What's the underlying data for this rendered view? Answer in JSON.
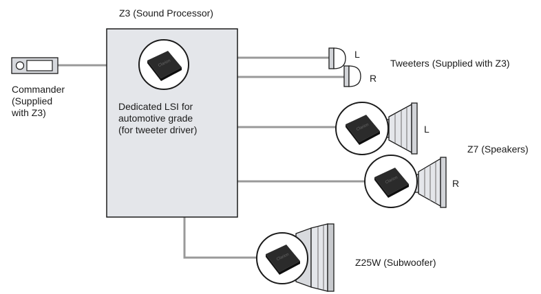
{
  "processor": {
    "title": "Z3 (Sound Processor)",
    "lsi_lines": [
      "Dedicated LSI for",
      "automotive grade",
      "(for tweeter driver)"
    ],
    "chip_brand": "Clarion"
  },
  "commander": {
    "lines": [
      "Commander",
      "(Supplied",
      "with Z3)"
    ]
  },
  "tweeters": {
    "label": "Tweeters (Supplied with Z3)",
    "left": "L",
    "right": "R"
  },
  "speakers": {
    "label": "Z7 (Speakers)",
    "left": "L",
    "right": "R"
  },
  "subwoofer": {
    "label": "Z25W (Subwoofer)"
  },
  "colors": {
    "box_fill": "#e4e6ea",
    "wire": "#999999",
    "outline": "#1a1a1a",
    "chip": "#2b2b2b"
  }
}
